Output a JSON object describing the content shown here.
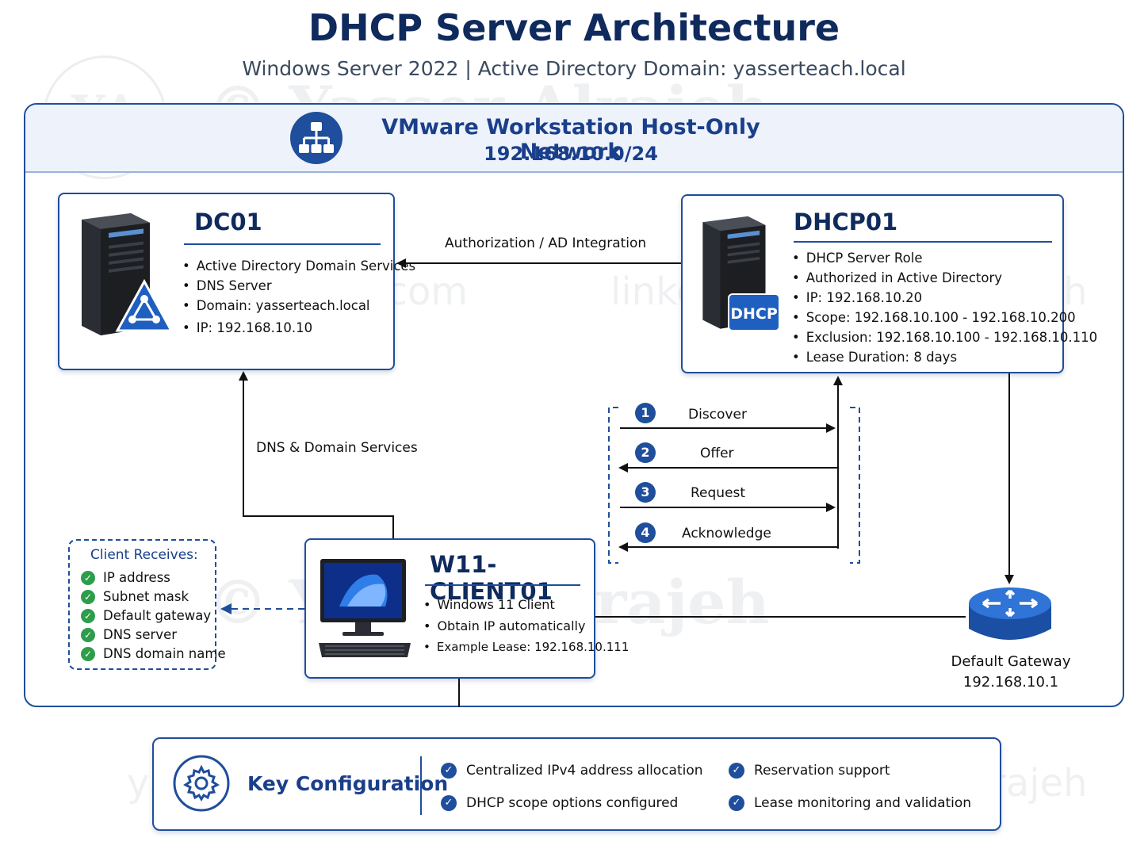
{
  "header": {
    "title": "DHCP Server Architecture",
    "subtitle": "Windows Server 2022 | Active Directory Domain: yasserteach.local"
  },
  "network": {
    "title": "VMware Workstation Host-Only Network",
    "subnet": "192.168.10.0/24",
    "icon": "network-icon"
  },
  "dc01": {
    "name": "DC01",
    "icon": "server-tower-icon",
    "badge_icon": "active-directory-icon",
    "items": [
      "Active Directory Domain Services",
      "DNS Server",
      "Domain: yasserteach.local",
      "IP: 192.168.10.10"
    ]
  },
  "dhcp01": {
    "name": "DHCP01",
    "icon": "server-tower-icon",
    "badge": "DHCP",
    "items": [
      "DHCP Server Role",
      "Authorized in Active Directory",
      "IP: 192.168.10.20",
      "Scope: 192.168.10.100 - 192.168.10.200",
      "Exclusion: 192.168.10.100 - 192.168.10.110",
      "Lease Duration: 8 days"
    ]
  },
  "client": {
    "name": "W11-CLIENT01",
    "icon": "desktop-pc-icon",
    "items": [
      "Windows 11 Client",
      "Obtain IP automatically",
      "Example Lease: 192.168.10.111"
    ]
  },
  "links": {
    "auth": "Authorization / AD Integration",
    "dns": "DNS & Domain Services"
  },
  "dora": [
    {
      "num": "1",
      "label": "Discover"
    },
    {
      "num": "2",
      "label": "Offer"
    },
    {
      "num": "3",
      "label": "Request"
    },
    {
      "num": "4",
      "label": "Acknowledge"
    }
  ],
  "receives": {
    "title": "Client Receives:",
    "items": [
      "IP address",
      "Subnet mask",
      "Default gateway",
      "DNS server",
      "DNS domain name"
    ]
  },
  "gateway": {
    "label": "Default Gateway",
    "ip": "192.168.10.1",
    "icon": "router-icon"
  },
  "key_config": {
    "title": "Key Configuration",
    "icon": "gear-icon",
    "items": [
      "Centralized IPv4 address allocation",
      "DHCP scope options configured",
      "Reservation support",
      "Lease monitoring and validation"
    ]
  },
  "watermark": {
    "logo": "YA",
    "name": "© Yasser Alrajeh",
    "website": "yasseralrajeh.com",
    "linkedin": "linkedin.com/in/YaAlrajeh"
  },
  "colors": {
    "primary": "#1f4e9c",
    "title": "#0f2a5c",
    "check_green": "#2e9d4b"
  }
}
